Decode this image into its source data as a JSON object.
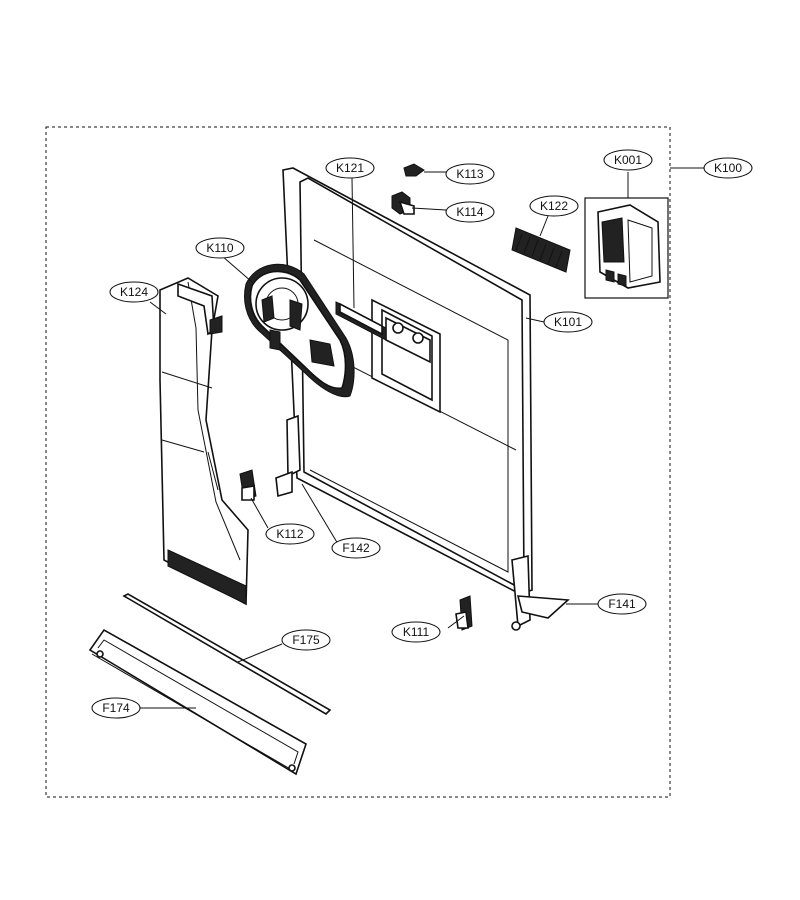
{
  "callouts": {
    "k100": "K100",
    "k001": "K001",
    "k101": "K101",
    "k110": "K110",
    "k111": "K111",
    "k112": "K112",
    "k113": "K113",
    "k114": "K114",
    "k121": "K121",
    "k122": "K122",
    "k124": "K124",
    "f141": "F141",
    "f142": "F142",
    "f174": "F174",
    "f175": "F175"
  }
}
